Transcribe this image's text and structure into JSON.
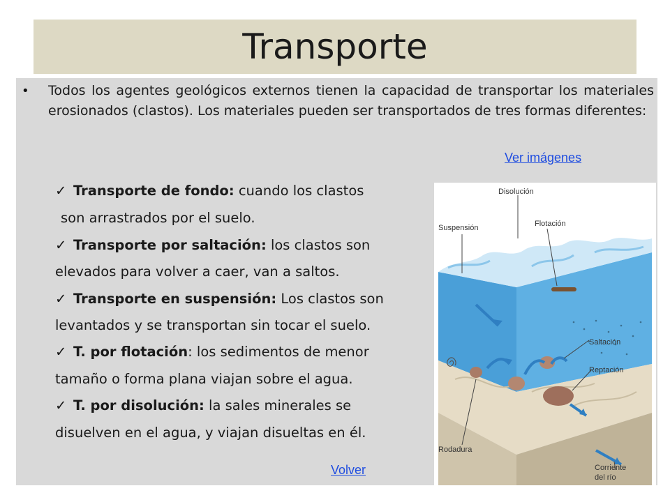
{
  "title": "Transporte",
  "intro": "Todos los agentes geológicos externos tienen la capacidad de transportar los materiales erosionados (clastos). Los materiales pueden ser transportados de tres formas diferentes:",
  "links": {
    "ver_imagenes": "Ver imágenes",
    "volver": "Volver"
  },
  "items": [
    {
      "term": "Transporte de fondo:",
      "rest": " cuando los clastos",
      "cont": "son arrastrados por el suelo."
    },
    {
      "term": "Transporte por saltación:",
      "rest": " los clastos son",
      "cont": "elevados para volver a caer, van a saltos."
    },
    {
      "term": "Transporte en suspensión:",
      "rest": " Los clastos son",
      "cont": "levantados y se transportan sin tocar el suelo."
    },
    {
      "term": "T. por flotación",
      "rest": ": los sedimentos de menor",
      "cont": "tamaño o forma plana  viajan sobre el agua."
    },
    {
      "term": "T. por disolución:",
      "rest": " la sales minerales se",
      "cont": "disuelven  en el agua, y viajan disueltas en él."
    }
  ],
  "figure_labels": {
    "disolucion": "Disolución",
    "suspension": "Suspensión",
    "flotacion": "Flotación",
    "saltacion": "Saltación",
    "reptacion": "Reptación",
    "rodadura": "Rodadura",
    "corriente_1": "Corriente",
    "corriente_2": "del río"
  },
  "colors": {
    "title_band": "#ddd9c4",
    "content_bg": "#d9d9d9",
    "link": "#1f4de0",
    "water": "#4a9fd8",
    "sediment": "#e6dcc6"
  },
  "icons": {
    "bullet": "bullet-dot-icon",
    "check": "checkmark-icon"
  }
}
